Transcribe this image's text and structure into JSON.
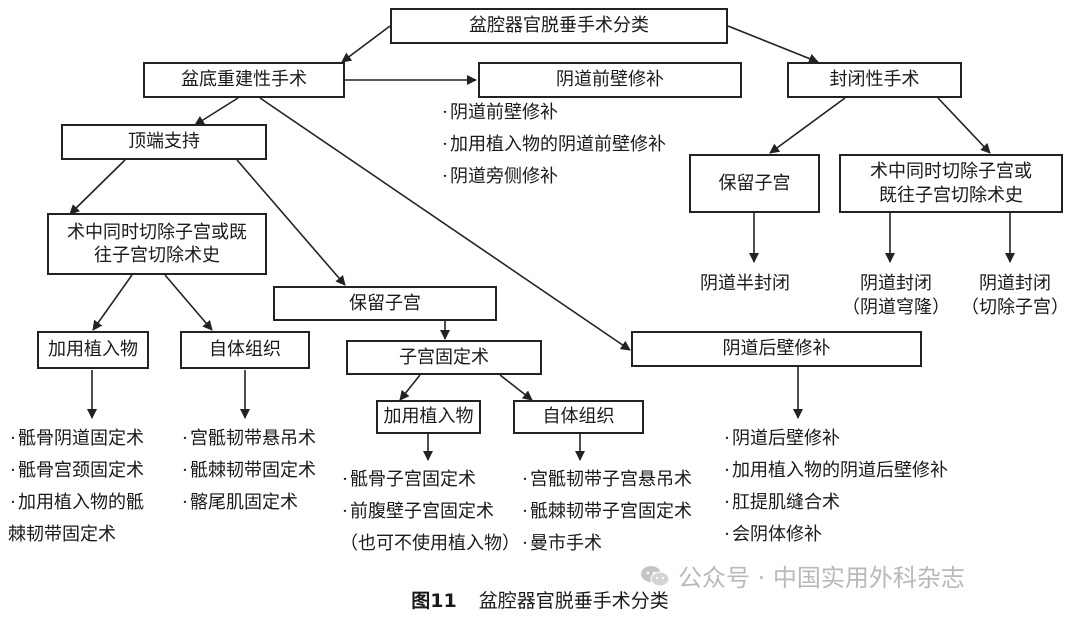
{
  "nodes": {
    "root": "盆腔器官脱垂手术分类",
    "floor": "盆底重建性手术",
    "anterior": "阴道前壁修补",
    "closure": "封闭性手术",
    "apical": "顶端支持",
    "hyst_left": "术中同时切除子宫或既往子宫切除术史",
    "implant_left": "加用植入物",
    "auto_left": "自体组织",
    "preserve_mid": "保留子宫",
    "fixation": "子宫固定术",
    "implant_mid": "加用植入物",
    "auto_mid": "自体组织",
    "posterior": "阴道后壁修补",
    "preserve_right": "保留子宫",
    "hyst_right": "术中同时切除子宫或既往子宫切除术史"
  },
  "outcomes": {
    "partial": "阴道半封闭",
    "closure_vault": [
      "阴道封闭",
      "（阴道穹隆）"
    ],
    "closure_uterus": [
      "阴道封闭",
      "（切除子宫）"
    ]
  },
  "lists": {
    "anterior": [
      "阴道前壁修补",
      "加用植入物的阴道前壁修补",
      "阴道旁侧修补"
    ],
    "implant_left": [
      "骶骨阴道固定术",
      "骶骨宫颈固定术",
      "加用植入物的骶",
      "棘韧带固定术"
    ],
    "auto_left": [
      "宫骶韧带悬吊术",
      "骶棘韧带固定术",
      "髂尾肌固定术"
    ],
    "implant_mid": [
      "骶骨子宫固定术",
      "前腹壁子宫固定术",
      "（也可不使用植入物）"
    ],
    "auto_mid": [
      "宫骶韧带子宫悬吊术",
      "骶棘韧带子宫固定术",
      "曼市手术"
    ],
    "posterior": [
      "阴道后壁修补",
      "加用植入物的阴道后壁修补",
      "肛提肌缝合术",
      "会阴体修补"
    ]
  },
  "watermark": "公众号 · 中国实用外科杂志",
  "caption": {
    "figure": "图11",
    "title": "盆腔器官脱垂手术分类"
  }
}
